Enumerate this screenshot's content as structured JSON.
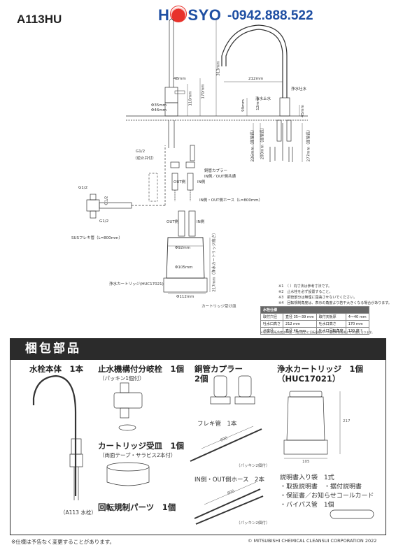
{
  "header": {
    "model": "A113HU",
    "brand_left": "H",
    "brand_right": "SYO",
    "phone": "-0942.888.522"
  },
  "diagram": {
    "dim_48": "48mm",
    "dim_35": "Φ35mm",
    "dim_46": "Φ46mm",
    "dim_110": "110mm",
    "dim_170": "170mm",
    "dim_313": "313mm",
    "dim_212": "212mm",
    "dim_99": "99mm",
    "dim_12": "12mm",
    "dim_45": "45mm",
    "dim_226": "226mm（首管長）",
    "dim_200": "200mm（首管長）",
    "dim_277": "277mm（首管長）",
    "lbl_g12a": "G1/2",
    "lbl_g12a_sub": "（逆止弁付）",
    "lbl_coupler": "銅管カプラー",
    "lbl_coupler_sub": "IN側／OUT側共通",
    "lbl_out": "OUT側",
    "lbl_in": "IN側",
    "lbl_hose": "IN側・OUT側ホース（L=800mm）",
    "lbl_g12b": "G1/2",
    "lbl_g12c": "G1/2",
    "lbl_g12d": "G1/2",
    "lbl_flex": "SUSフレキ管（L=800mm）",
    "lbl_out2": "OUT側",
    "lbl_in2": "IN側",
    "lbl_cart_h": "217mm（浄水カートリッジ高さ）",
    "lbl_92": "Φ92mm",
    "lbl_105": "Φ105mm",
    "lbl_112": "Φ112mm",
    "lbl_cartridge": "浄水カートリッジ(HUC17021)",
    "lbl_tray": "カートリッジ受け皿",
    "lbl_spout": "浄水吐水",
    "lbl_stop": "浄水止水"
  },
  "notes": [
    "※1　（ ）内寸法は参考寸法です。",
    "※2　止水栓を必ず設置すること。",
    "※3　銅管部分は無理に屈曲させないでください。",
    "※4　回転規制角度は、表示の角度より若干大きくなる場合があります。"
  ],
  "spec": {
    "header": "水栓仕様",
    "rows": [
      [
        "取付穴径",
        "直径 35〜39 mm",
        "取付天板厚",
        "4〜40 mm"
      ],
      [
        "吐水口高さ",
        "212 mm",
        "吐水口高さ",
        "170 mm"
      ],
      [
        "台座径",
        "直径 46 mm",
        "吐水口回転角度",
        "120 度 *"
      ]
    ],
    "note": "＊吐水口回転角度は60度・0度(固定)に回転規制パーツ使用時は右側より30度となります。"
  },
  "package": {
    "title": "梱包部品",
    "faucet": "水栓本体　1本",
    "faucet_caption": "（A113 水栓）",
    "valve": "止水機構付分岐栓　1個",
    "valve_sub": "（パッキン1個付）",
    "tray": "カートリッジ受皿　1個",
    "tray_sub": "（両面テープ・サラビス2本付）",
    "rotation": "回転規制パーツ　1個",
    "coupler": "銅管カプラー",
    "coupler_qty": "2個",
    "flex": "フレキ管　1本",
    "flex_len": "600",
    "flex_packing": "（パッキン2個付）",
    "hose": "IN側・OUT側ホース　2本",
    "hose_len": "800",
    "hose_packing": "（パッキン2個付）",
    "cartridge": "浄水カートリッジ　1個",
    "cartridge_model": "（HUC17021）",
    "cart_h": "217",
    "cart_w": "105",
    "manual_bag": "説明書入り袋　1式",
    "manual_1": "・取扱説明書　・据付説明書",
    "manual_2": "・保証書／お知らせコールカード",
    "manual_3": "・バイパス管　1個"
  },
  "footer": {
    "left": "※仕様は予告なく変更することがあります。",
    "right": "© MITSUBISHI CHEMICAL CLEANSUI CORPORATION 2022"
  }
}
